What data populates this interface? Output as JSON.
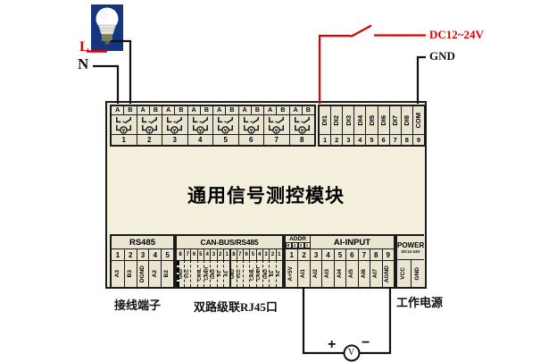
{
  "colors": {
    "wire_red": "#dd0000",
    "wire_black": "#111111",
    "module_bg": "#f3efdc",
    "cell_bg": "#e9e5d1",
    "bulb_bg": "#16357f"
  },
  "top_labels": {
    "l": "L",
    "n": "N",
    "dc": "DC12~24V",
    "gnd": "GND"
  },
  "module": {
    "title": "通用信号测控模块",
    "relay_blocks": [
      {
        "a": "A",
        "b": "B",
        "num": "1"
      },
      {
        "a": "A",
        "b": "B",
        "num": "2"
      },
      {
        "a": "A",
        "b": "B",
        "num": "3"
      },
      {
        "a": "A",
        "b": "B",
        "num": "4"
      },
      {
        "a": "A",
        "b": "B",
        "num": "5"
      },
      {
        "a": "A",
        "b": "B",
        "num": "6"
      },
      {
        "a": "A",
        "b": "B",
        "num": "7"
      },
      {
        "a": "A",
        "b": "B",
        "num": "8"
      }
    ],
    "di_terminals": [
      {
        "label": "DI1",
        "num": "1"
      },
      {
        "label": "DI2",
        "num": "2"
      },
      {
        "label": "DI3",
        "num": "3"
      },
      {
        "label": "DI4",
        "num": "4"
      },
      {
        "label": "DI5",
        "num": "5"
      },
      {
        "label": "DI6",
        "num": "6"
      },
      {
        "label": "DI7",
        "num": "7"
      },
      {
        "label": "DI8",
        "num": "8"
      },
      {
        "label": "COM",
        "num": "9"
      }
    ],
    "bottom": {
      "rs485": {
        "header": "RS485",
        "cols": [
          {
            "num": "1",
            "label": "A3"
          },
          {
            "num": "2",
            "label": "B3"
          },
          {
            "num": "3",
            "label": "DGND"
          },
          {
            "num": "4",
            "label": "A2"
          },
          {
            "num": "5",
            "label": "B2"
          }
        ]
      },
      "canbus": {
        "header": "CAN-BUS/RS485",
        "cols": [
          {
            "num": "8",
            "label": "GND"
          },
          {
            "num": "7",
            "label": "VCC"
          },
          {
            "num": "6",
            "label": ""
          },
          {
            "num": "5",
            "label": "CANL"
          },
          {
            "num": "4",
            "label": "CANH"
          },
          {
            "num": "3",
            "label": "GND"
          },
          {
            "num": "2",
            "label": "B1"
          },
          {
            "num": "1",
            "label": "A1"
          },
          {
            "num": "8",
            "label": "GND"
          },
          {
            "num": "7",
            "label": "VCC"
          },
          {
            "num": "6",
            "label": ""
          },
          {
            "num": "5",
            "label": "CANL"
          },
          {
            "num": "4",
            "label": "CANH"
          },
          {
            "num": "3",
            "label": "GND"
          },
          {
            "num": "2",
            "label": "B1"
          },
          {
            "num": "1",
            "label": "A1"
          }
        ]
      },
      "addr": {
        "header": "ADDR",
        "dip": [
          "8",
          "4",
          "2",
          "1"
        ]
      },
      "ai": {
        "header": "AI-INPUT",
        "cols": [
          {
            "num": "1",
            "label": "A+5V"
          },
          {
            "num": "2",
            "label": "AI1"
          },
          {
            "num": "3",
            "label": "AI2"
          },
          {
            "num": "4",
            "label": "AI3"
          },
          {
            "num": "5",
            "label": "AI4"
          },
          {
            "num": "6",
            "label": "AI5"
          },
          {
            "num": "7",
            "label": "AI6"
          },
          {
            "num": "8",
            "label": "AI7"
          },
          {
            "num": "9",
            "label": "AGND"
          }
        ]
      },
      "power": {
        "header": "POWER",
        "sub": "DC12-24V",
        "labels": [
          "VCC",
          "GND"
        ]
      }
    }
  },
  "annotations": {
    "terminal_label": "接线端子",
    "rj45_label": "双路级联RJ45口",
    "power_label": "工作电源"
  },
  "source": {
    "plus": "+",
    "minus": "−",
    "v": "V"
  }
}
